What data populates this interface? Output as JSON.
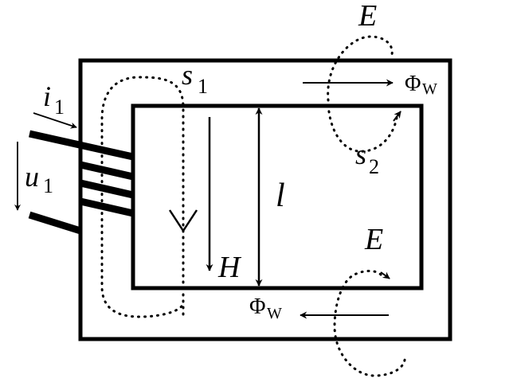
{
  "labels": {
    "E_top": "E",
    "s1": "s",
    "s1_sub": "1",
    "i1": "i",
    "i1_sub": "1",
    "u1": "u",
    "u1_sub": "1",
    "phi_top": "Φ",
    "phi_top_sub": "W",
    "s2": "s",
    "s2_sub": "2",
    "l": "l",
    "E_bottom": "E",
    "H": "H",
    "phi_bottom": "Φ",
    "phi_bottom_sub": "W"
  }
}
